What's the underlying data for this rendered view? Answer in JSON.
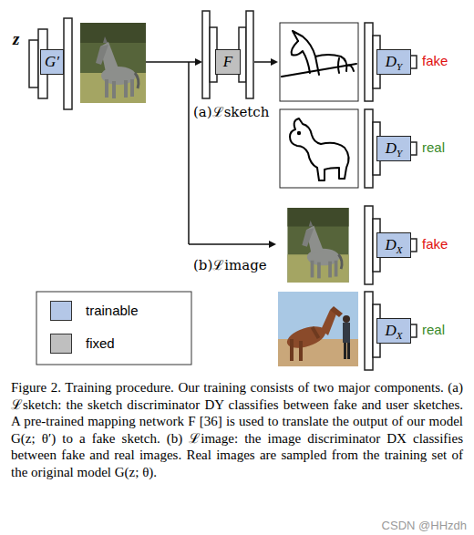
{
  "diagram": {
    "caption": "Figure 2. Training procedure. Our training consists of two major components. (a) ℒsketch: the sketch discriminator DY classifies between fake and user sketches. A pre-trained mapping network F [36] is used to translate the output of our model G(z; θ′) to a fake sketch. (b) ℒimage: the image discriminator DX classifies between fake and real images. Real images are sampled from the training set of the original model G(z; θ).",
    "nodes": [
      {
        "text": [
          "G′"
        ]
      },
      {
        "text": [
          "F"
        ]
      },
      {
        "text": [
          "D",
          "Y"
        ]
      },
      {
        "text": [
          "D",
          "Y"
        ]
      },
      {
        "text": [
          "D",
          "X"
        ]
      },
      {
        "text": [
          "D",
          "X"
        ]
      }
    ],
    "labels": [
      "z",
      "(a)ℒsketch",
      "fake",
      "real",
      "(b)ℒimage",
      "fake",
      "real",
      "CSDN @HHzdh"
    ],
    "legend": [
      {
        "text": "trainable",
        "color": "#b4c7e7"
      },
      {
        "text": "fixed",
        "color": "#bfbfbf"
      }
    ]
  }
}
